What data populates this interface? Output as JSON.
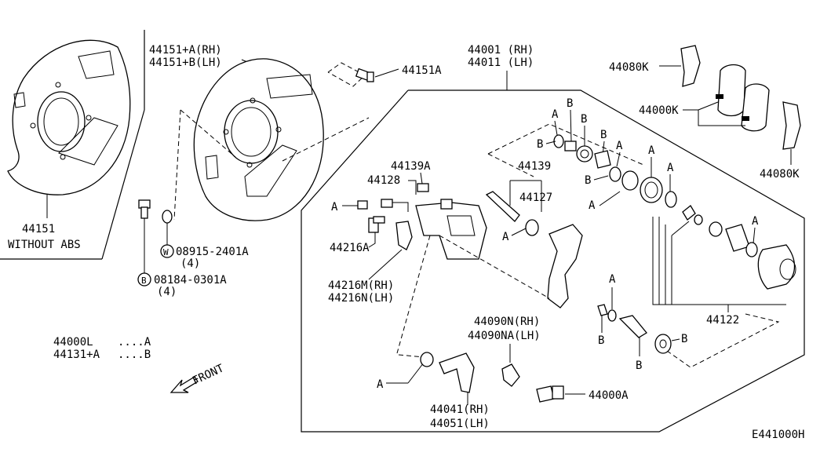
{
  "title_code": "E441000H",
  "labels": {
    "p44151": "44151",
    "without_abs": "WITHOUT ABS",
    "p44151a_rh": "44151+A(RH)",
    "p44151b_lh": "44151+B(LH)",
    "p44151A": "44151A",
    "p44001_rh": "44001 (RH)",
    "p44011_lh": "44011 (LH)",
    "p44080K_top": "44080K",
    "p44000K": "44000K",
    "p44080K_bottom": "44080K",
    "p44139A": "44139A",
    "p44139": "44139",
    "p44128": "44128",
    "p44127": "44127",
    "p44216A": "44216A",
    "p44216M": "44216M(RH)",
    "p44216N": "44216N(LH)",
    "washer_part": "08915-2401A",
    "washer_qty": "(4)",
    "bolt_part": "08184-0301A",
    "bolt_qty": "(4)",
    "washer_symbol": "W",
    "bolt_symbol": "B",
    "p44090N": "44090N(RH)",
    "p44090NA": "44090NA(LH)",
    "p44122": "44122",
    "p44000A": "44000A",
    "p44041": "44041(RH)",
    "p44051": "44051(LH)",
    "front": "FRONT",
    "legend_a_part": "44000L",
    "legend_a_key": "....A",
    "legend_b_part": "44131+A",
    "legend_b_key": "....B",
    "ref_a": "A",
    "ref_b": "B"
  }
}
